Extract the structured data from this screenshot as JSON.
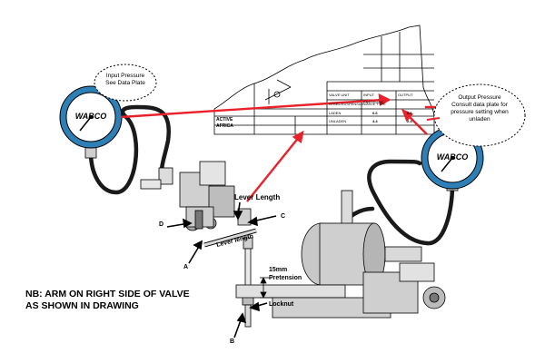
{
  "gauge_brand": "WABCO",
  "data_plate": {
    "country_line1": "ACTIVE",
    "country_line2": "AFRICA",
    "row_labels": [
      "STEEL/SUSPENSION/AXLE TYPE",
      "PRESSURE",
      "VALVE UNIT",
      "INPUT",
      "OUTPUT",
      "LADEN",
      "UNLADEN"
    ],
    "values": [
      "6.6",
      "6.6",
      "4.4",
      "2.4"
    ]
  },
  "annotations": {
    "input_pressure": [
      "Input Pressure",
      "See Data Plate"
    ],
    "output_pressure": [
      "Output Pressure",
      "Consult data plate for",
      "pressure setting when",
      "unladen"
    ],
    "lever_length": "Lever Length",
    "lever_length_rotated": "Lever length",
    "pretension": [
      "15mm",
      "Pretension"
    ],
    "locknut": "Locknut"
  },
  "markers": {
    "a": "A",
    "b": "B",
    "c": "C",
    "d": "D"
  },
  "note": [
    "NB:  ARM ON RIGHT SIDE OF VALVE",
    "AS SHOWN IN DRAWING"
  ],
  "colors": {
    "arrow": "#e8212a",
    "gauge_ring": "#2d7fb6",
    "line": "#000000"
  }
}
